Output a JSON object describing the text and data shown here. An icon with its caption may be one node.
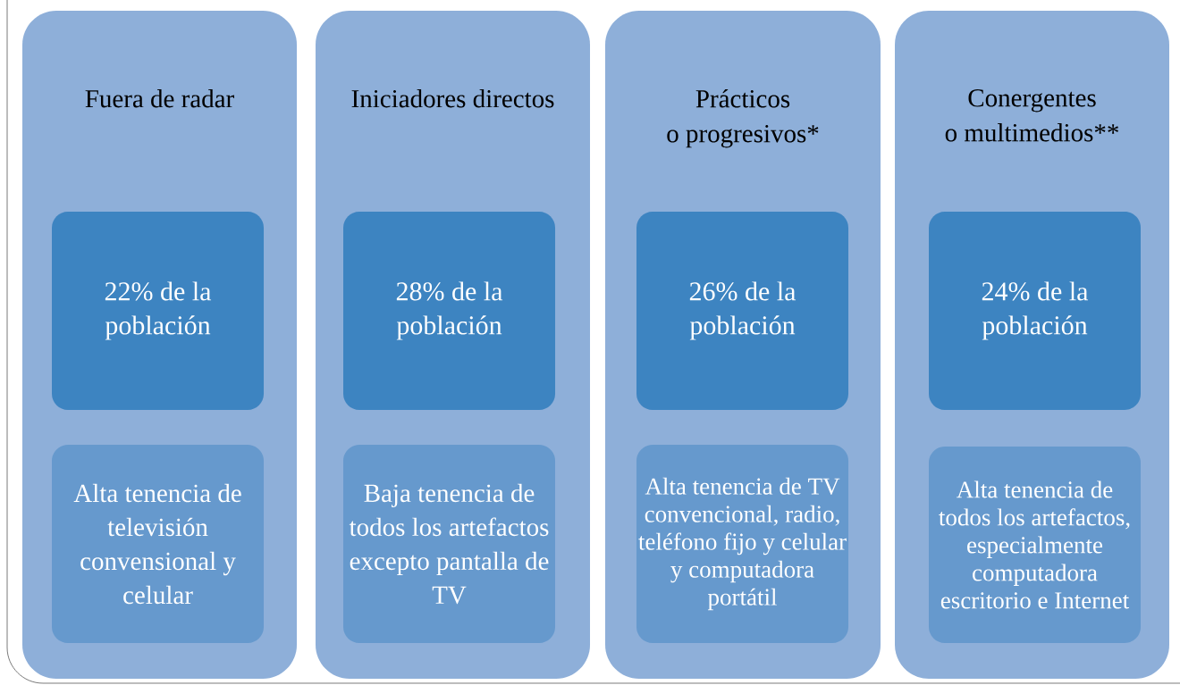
{
  "diagram": {
    "nodes": [
      {
        "text": [
          "Fuera de radar"
        ]
      },
      {
        "text": [
          "22% de la población"
        ],
        "in": 0
      },
      {
        "text": [
          "Alta tenencia de televisión convensional y celular"
        ],
        "in": 0
      },
      {
        "text": [
          "Iniciadores directos"
        ]
      },
      {
        "text": [
          "28% de la población"
        ],
        "in": 3
      },
      {
        "text": [
          "Baja tenencia de todos los artefactos excepto pantalla de TV"
        ],
        "in": 3
      },
      {
        "text": [
          "Prácticos o progresivos*"
        ]
      },
      {
        "text": [
          "26% de la población"
        ],
        "in": 6
      },
      {
        "text": [
          "Alta tenencia de TV convencional, radio, teléfono fijo y celular y computadora portátil"
        ],
        "in": 6
      },
      {
        "text": [
          "Conergentes o multimedios**"
        ]
      },
      {
        "text": [
          "24% de la población"
        ],
        "in": 9
      },
      {
        "text": [
          "Alta tenencia de todos los artefactos, especialmente computadora escritorio e Internet"
        ],
        "in": 9
      }
    ]
  }
}
